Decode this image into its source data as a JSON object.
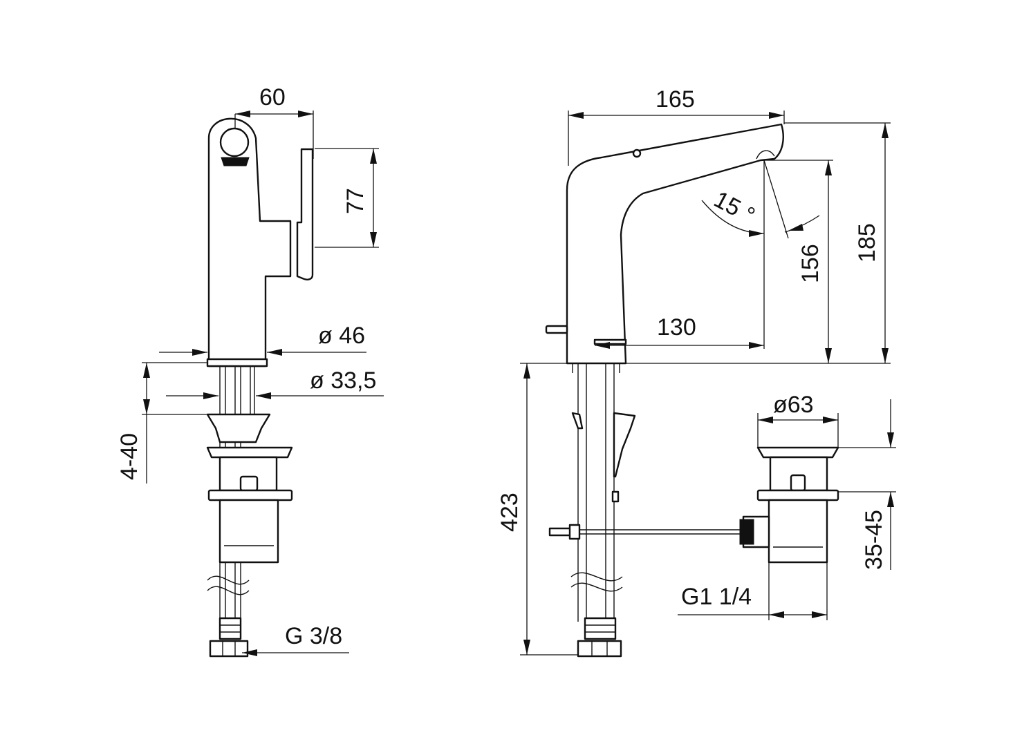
{
  "dimensions": {
    "width_60": "60",
    "height_77": "77",
    "dia_46": "ø 46",
    "dia_33_5": "ø 33,5",
    "range_4_40": "4-40",
    "thread_g38": "G 3/8",
    "length_165": "165",
    "height_185": "185",
    "height_156": "156",
    "angle_15": "15 °",
    "reach_130": "130",
    "length_423": "423",
    "dia_63": "ø63",
    "range_35_45": "35-45",
    "thread_g114": "G1 1/4"
  }
}
